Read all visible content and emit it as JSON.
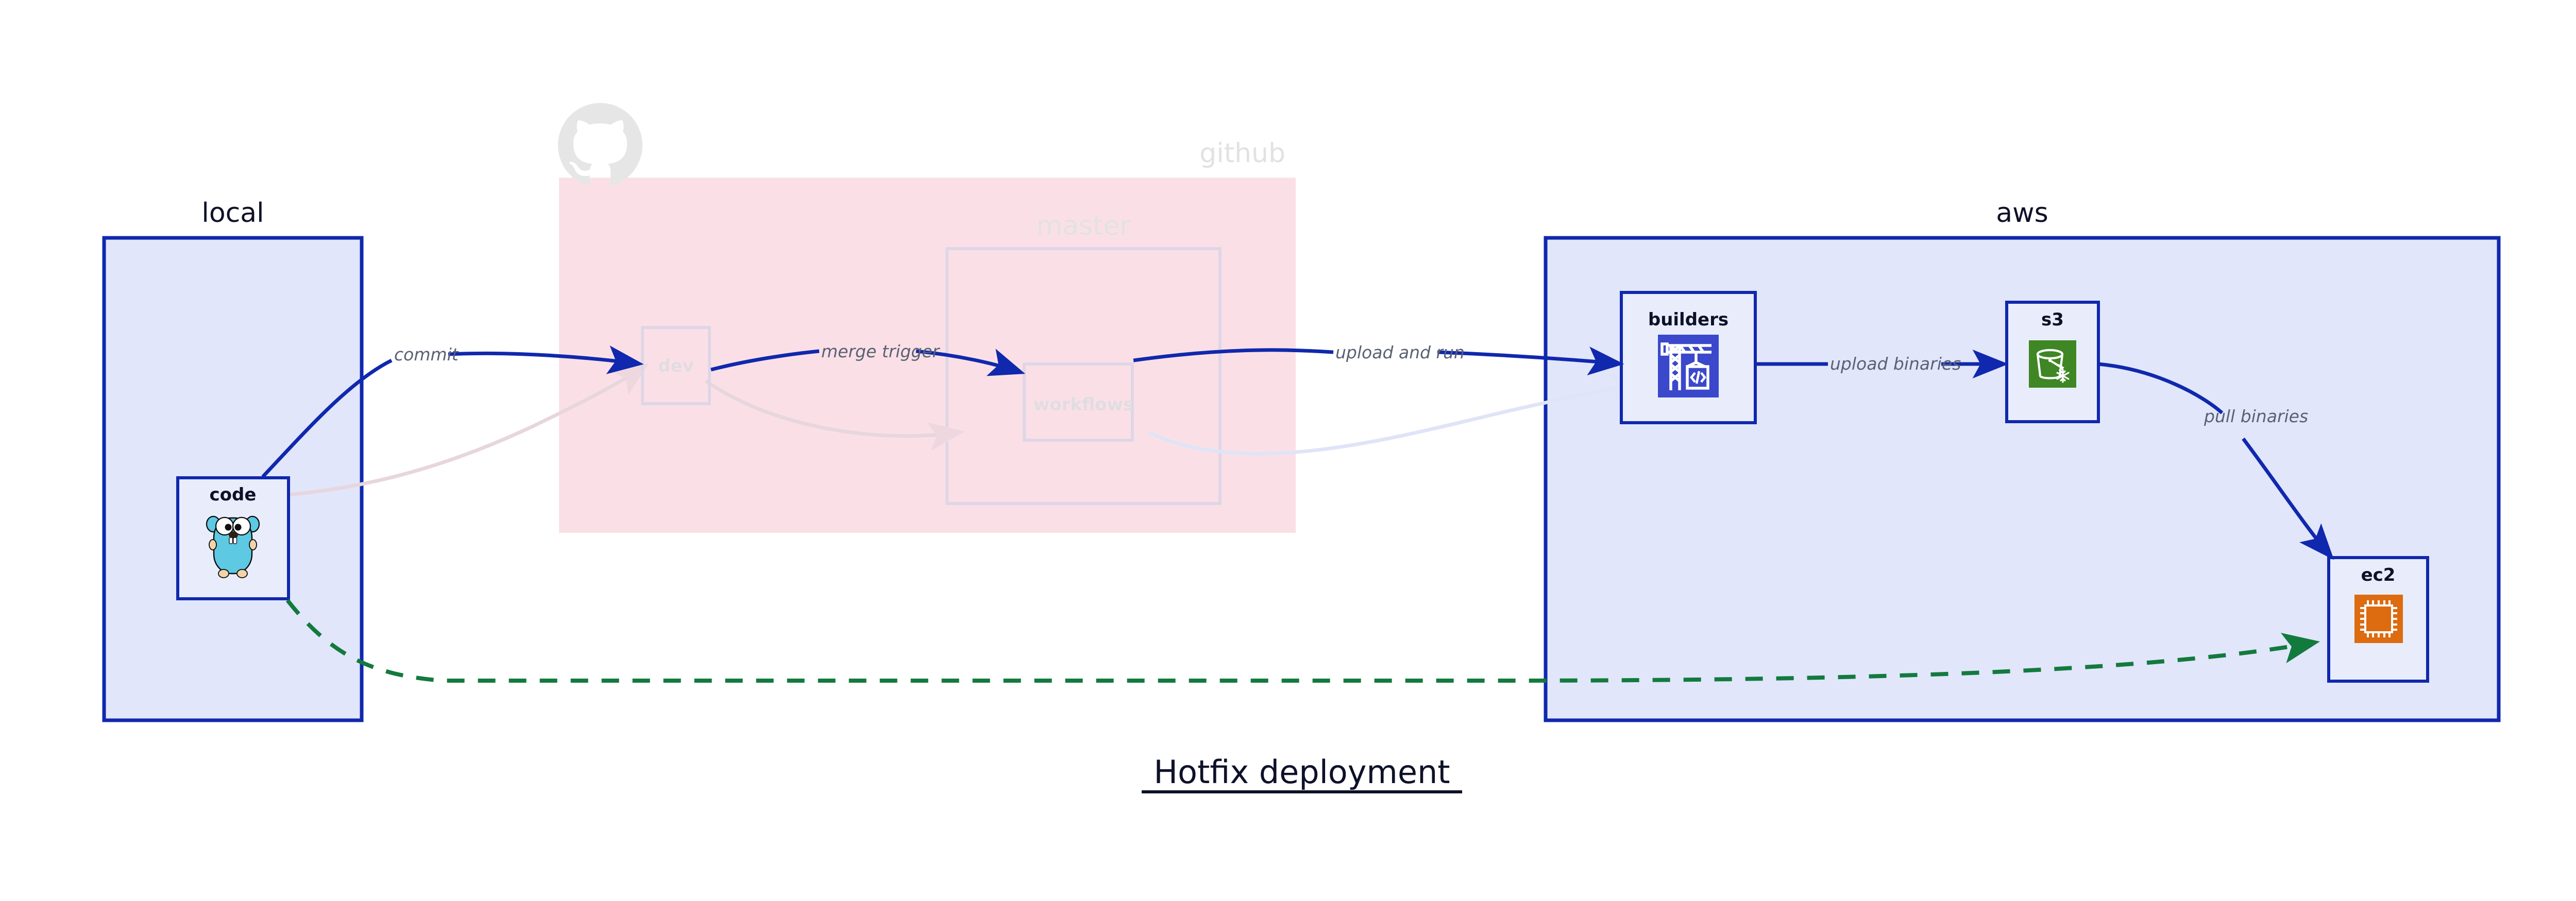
{
  "title": "Hotfix deployment",
  "colors": {
    "accent_blue": "#1028ad",
    "group_fill_blue": "#e1e6fa",
    "group_fill_pink": "#fae0e6",
    "node_fill": "#e9edfb",
    "green_dashed": "#137a3e",
    "codebuild_icon_bg": "#3b48cc",
    "s3_icon_bg": "#3f8624",
    "ec2_icon_bg": "#dd6b10",
    "gopher_body": "#5dc9e2",
    "edge_label_text": "#5b6173",
    "faded_text": "#e0dde2"
  },
  "groups": [
    {
      "id": "local",
      "label": "local",
      "faded": false
    },
    {
      "id": "github",
      "label": "github",
      "faded": true
    },
    {
      "id": "master",
      "label": "master",
      "faded": true
    },
    {
      "id": "aws",
      "label": "aws",
      "faded": false
    }
  ],
  "nodes": [
    {
      "id": "code",
      "label": "code",
      "icon": "go-gopher-icon",
      "faded": false,
      "group": "local"
    },
    {
      "id": "dev",
      "label": "dev",
      "icon": "none",
      "faded": true,
      "group": "github"
    },
    {
      "id": "workflows",
      "label": "workflows",
      "icon": "none",
      "faded": true,
      "group": "master"
    },
    {
      "id": "builders",
      "label": "builders",
      "icon": "aws-codebuild-icon",
      "faded": false,
      "group": "aws"
    },
    {
      "id": "s3",
      "label": "s3",
      "icon": "aws-s3-glacier-icon",
      "faded": false,
      "group": "aws"
    },
    {
      "id": "ec2",
      "label": "ec2",
      "icon": "aws-ec2-chip-icon",
      "faded": false,
      "group": "aws"
    }
  ],
  "edges": [
    {
      "id": "commit",
      "label": "commit",
      "from": "code",
      "to": "dev",
      "style": "solid",
      "faded": false
    },
    {
      "id": "merge-trigger",
      "label": "merge trigger",
      "from": "dev",
      "to": "workflows",
      "style": "solid",
      "faded": false
    },
    {
      "id": "upload-and-run",
      "label": "upload and run",
      "from": "workflows",
      "to": "builders",
      "style": "solid",
      "faded": false
    },
    {
      "id": "upload-binaries",
      "label": "upload binaries",
      "from": "builders",
      "to": "s3",
      "style": "solid",
      "faded": false
    },
    {
      "id": "pull-binaries",
      "label": "pull binaries",
      "from": "s3",
      "to": "ec2",
      "style": "solid",
      "faded": false
    },
    {
      "id": "hotfix-direct",
      "label": "",
      "from": "code",
      "to": "ec2",
      "style": "dashed",
      "faded": false
    },
    {
      "id": "faded-code-dev",
      "label": "",
      "from": "code",
      "to": "dev",
      "style": "solid",
      "faded": true
    },
    {
      "id": "faded-dev-workflows",
      "label": "",
      "from": "dev",
      "to": "workflows",
      "style": "solid",
      "faded": true
    },
    {
      "id": "faded-workflows-bld",
      "label": "",
      "from": "workflows",
      "to": "builders",
      "style": "solid",
      "faded": true
    }
  ],
  "decorations": [
    {
      "id": "github-logo",
      "icon": "github-octocat-icon",
      "faded": true
    }
  ]
}
